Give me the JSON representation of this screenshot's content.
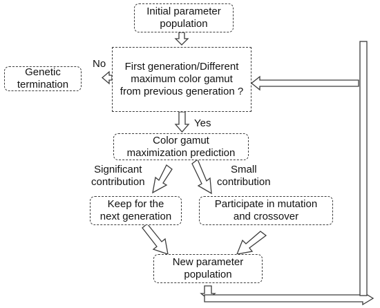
{
  "nodes": {
    "initial": "Initial parameter\npopulation",
    "decision": "First generation/Different\nmaximum color gamut\nfrom previous generation ?",
    "termination": "Genetic\ntermination",
    "prediction": "Color gamut\nmaximization prediction",
    "keep": "Keep for the\nnext generation",
    "mutation": "Participate in mutation\nand crossover",
    "new_population": "New parameter\npopulation"
  },
  "edge_labels": {
    "no": "No",
    "yes": "Yes",
    "significant": "Significant\ncontribution",
    "small": "Small\ncontribution"
  },
  "colors": {
    "stroke": "#3a3a3a",
    "text": "#111111",
    "fill": "#ffffff"
  }
}
